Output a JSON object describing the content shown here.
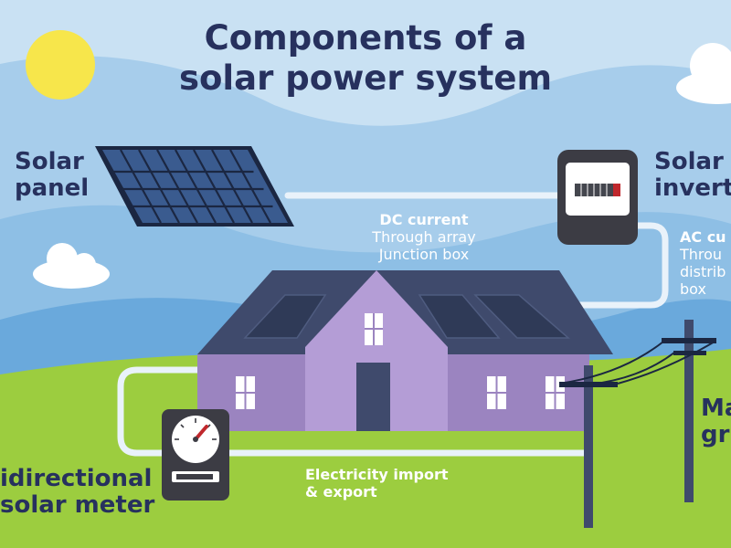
{
  "title": {
    "line1": "Components of a",
    "line2": "solar power system"
  },
  "labels": {
    "solar_panel": {
      "line1": "Solar",
      "line2": "panel"
    },
    "solar_inverter": {
      "line1": "Solar",
      "line2": "invert"
    },
    "dc_current": {
      "heading": "DC current",
      "line1": "Through array",
      "line2": "Junction box"
    },
    "ac_current": {
      "heading": "AC cu",
      "line1": "Throu",
      "line2": "distrib",
      "line3": "box"
    },
    "main_grid": {
      "line1": "Ma",
      "line2": "gr"
    },
    "bidirectional_meter": {
      "line1": "idirectional",
      "line2": "solar meter"
    },
    "electricity_flow": {
      "line1": "Electricity import",
      "line2": "& export"
    }
  },
  "colors": {
    "sky": "#c9e1f3",
    "navy_text": "#27315e",
    "sun": "#f7e64b",
    "grass": "#9ccd3f",
    "house_wall": "#9b84c0",
    "roof": "#3f4a6c",
    "cable": "#e9f2fa"
  }
}
